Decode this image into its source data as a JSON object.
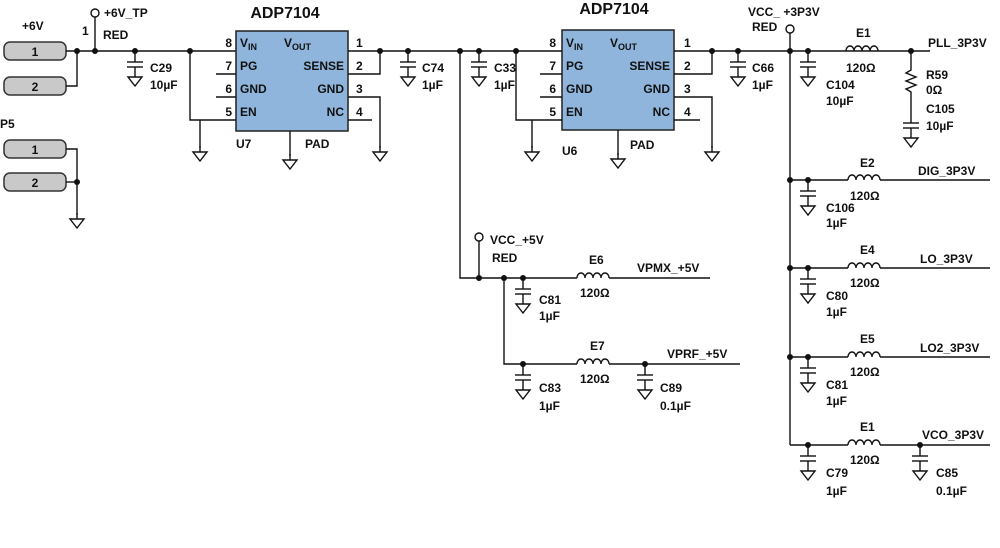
{
  "connectors": {
    "p6v_label": "+6V",
    "p6v_pins": [
      "1",
      "2"
    ],
    "p5_label": "P5",
    "p5_pins": [
      "1",
      "2"
    ]
  },
  "test_points": {
    "tp_6v": {
      "name": "+6V_TP",
      "pin": "1",
      "color": "RED"
    },
    "tp_3p3v": {
      "name": "VCC_ +3P3V",
      "color": "RED"
    },
    "tp_5v": {
      "name": "VCC_+5V",
      "color": "RED"
    }
  },
  "regulators": {
    "u7": {
      "title": "ADP7104",
      "ref": "U7",
      "pad": "PAD",
      "left_pins": [
        "8",
        "7",
        "6",
        "5"
      ],
      "right_pins": [
        "1",
        "2",
        "3",
        "4"
      ],
      "vin_main": "V",
      "vin_sub": "IN",
      "vout_main": "V",
      "vout_sub": "OUT",
      "pg": "PG",
      "gnd": "GND",
      "en": "EN",
      "sense": "SENSE",
      "nc": "NC"
    },
    "u6": {
      "title": "ADP7104",
      "ref": "U6",
      "pad": "PAD",
      "left_pins": [
        "8",
        "7",
        "6",
        "5"
      ],
      "right_pins": [
        "1",
        "2",
        "3",
        "4"
      ],
      "vin_main": "V",
      "vin_sub": "IN",
      "vout_main": "V",
      "vout_sub": "OUT",
      "pg": "PG",
      "gnd": "GND",
      "en": "EN",
      "sense": "SENSE",
      "nc": "NC"
    }
  },
  "capacitors": {
    "c29": {
      "ref": "C29",
      "value": "10µF"
    },
    "c74": {
      "ref": "C74",
      "value": "1µF"
    },
    "c33": {
      "ref": "C33",
      "value": "1µF"
    },
    "c66": {
      "ref": "C66",
      "value": "1µF"
    },
    "c104": {
      "ref": "C104",
      "value": "10µF"
    },
    "c105": {
      "ref": "C105",
      "value": "10µF"
    },
    "c106": {
      "ref": "C106",
      "value": "1µF"
    },
    "c80": {
      "ref": "C80",
      "value": "1µF"
    },
    "c81b": {
      "ref": "C81",
      "value": "1µF"
    },
    "c79": {
      "ref": "C79",
      "value": "1µF"
    },
    "c85": {
      "ref": "C85",
      "value": "0.1µF"
    },
    "c81": {
      "ref": "C81",
      "value": "1µF"
    },
    "c83": {
      "ref": "C83",
      "value": "1µF"
    },
    "c89": {
      "ref": "C89",
      "value": "0.1µF"
    }
  },
  "resistors": {
    "r59": {
      "ref": "R59",
      "value": "0Ω"
    }
  },
  "ferrites": {
    "e1a": {
      "ref": "E1",
      "value": "120Ω"
    },
    "e2": {
      "ref": "E2",
      "value": "120Ω"
    },
    "e4": {
      "ref": "E4",
      "value": "120Ω"
    },
    "e5": {
      "ref": "E5",
      "value": "120Ω"
    },
    "e1b": {
      "ref": "E1",
      "value": "120Ω"
    },
    "e6": {
      "ref": "E6",
      "value": "120Ω"
    },
    "e7": {
      "ref": "E7",
      "value": "120Ω"
    }
  },
  "nets": {
    "pll": "PLL_3P3V",
    "dig": "DIG_3P3V",
    "lo": "LO_3P3V",
    "lo2": "LO2_3P3V",
    "vco": "VCO_3P3V",
    "vpmx": "VPMX_+5V",
    "vprf": "VPRF_+5V"
  }
}
